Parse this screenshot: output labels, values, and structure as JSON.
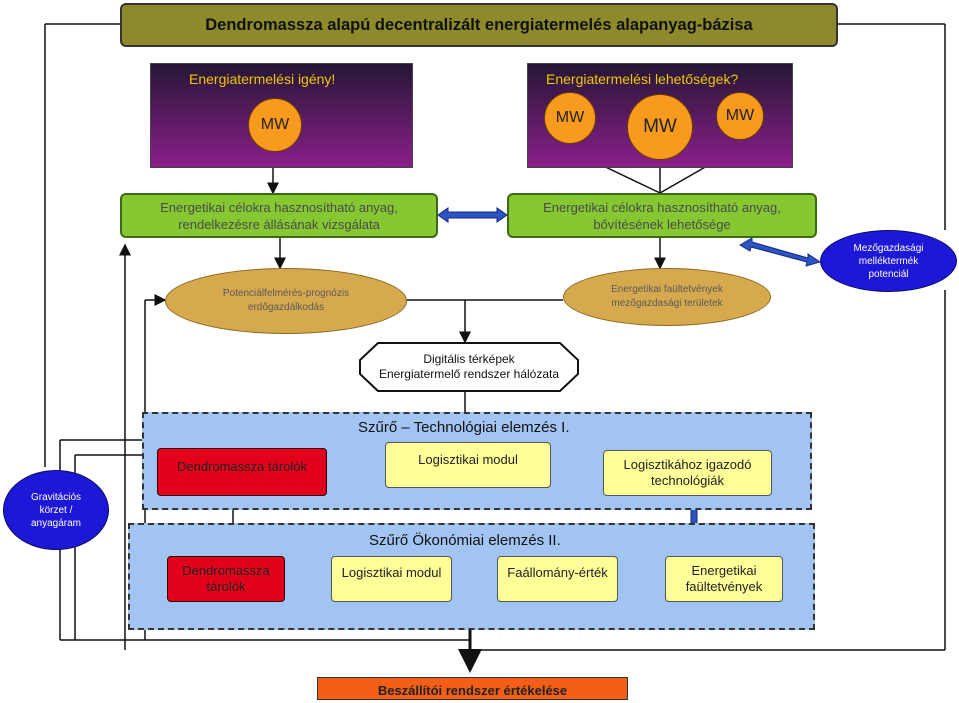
{
  "title": "Dendromassza alapú decentralizált energiatermelés alapanyag-bázisa",
  "demand_panel": {
    "label": "Energiatermelési igény!",
    "mw": "MW"
  },
  "supply_panel": {
    "label": "Energiatermelési lehetőségek?",
    "mw1": "MW",
    "mw2": "MW",
    "mw3": "MW"
  },
  "green_left": {
    "line1": "Energetikai célokra hasznosítható anyag,",
    "line2": "rendelkezésre állásának vizsgálata"
  },
  "green_right": {
    "line1": "Energetikai célokra hasznosítható anyag,",
    "line2": "bővítésének lehetősége"
  },
  "ellipse_left": {
    "line1": "Potenciálfelmérés-prognózis",
    "line2": "erdőgazdálkodás"
  },
  "ellipse_right": {
    "line1": "Energetikai faültetvények",
    "line2": "mezőgazdasági területek"
  },
  "ellipse_agri": {
    "line1": "Mezőgazdasági",
    "line2": "melléktermék",
    "line3": "potenciál"
  },
  "ellipse_grav": {
    "line1": "Gravitációs",
    "line2": "körzet /",
    "line3": "anyagáram"
  },
  "digital": {
    "line1": "Digitális térképek",
    "line2": "Energiatermelő rendszer hálózata"
  },
  "filter1": {
    "title": "Szűrő – Technológiai elemzés I.",
    "storage": "Dendromassza tárolók",
    "logistics": "Logisztikai modul",
    "tech_line1": "Logisztikához igazodó",
    "tech_line2": "technológiák"
  },
  "filter2": {
    "title": "Szűrő Ökonómiai elemzés II.",
    "storage_line1": "Dendromassza",
    "storage_line2": "tárolók",
    "logistics": "Logisztikai modul",
    "stock": "Faállomány-érték",
    "plant_line1": "Energetikai",
    "plant_line2": "faültetvények"
  },
  "bottom": "Beszállítói rendszer értékelése",
  "colors": {
    "olive": "#8c8a2a",
    "green": "#86c832",
    "tan": "#d7a94e",
    "blue": "#1d17d8",
    "panel": "#a2c4f2",
    "red": "#e2001a",
    "yellow": "#ffff99",
    "orange": "#f45e16",
    "mw": "#f79a1e"
  }
}
